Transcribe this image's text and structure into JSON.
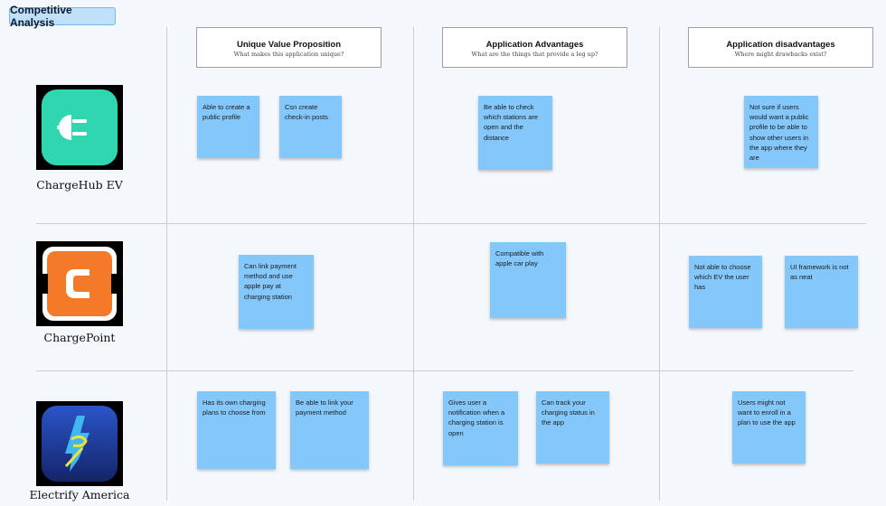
{
  "board": {
    "title": "Competitive Analysis"
  },
  "columns": [
    {
      "title": "Unique Value Proposition",
      "subtitle": "What makes this application unique?"
    },
    {
      "title": "Application Advantages",
      "subtitle": "What are the things that provide a leg up?"
    },
    {
      "title": "Application disadvantages",
      "subtitle": "Where might drawbacks exist?"
    }
  ],
  "apps": [
    {
      "name": "ChargeHub EV",
      "logo_icon": "plug-icon",
      "logo_color": "#2fd6b0"
    },
    {
      "name": "ChargePoint",
      "logo_icon": "chargepoint-c-icon",
      "logo_color": "#f47a2a"
    },
    {
      "name": "Electrify America",
      "logo_icon": "lightning-e-icon",
      "logo_color": "#1f3f9e"
    }
  ],
  "notes": {
    "chargehub_uvp_1": "Able to create a public profile",
    "chargehub_uvp_2": "Csn create check-in posts",
    "chargehub_adv_1": "Be able to check which stations are open and the distance",
    "chargehub_dis_1": "Not sure if users would want a public profile to be able to show other users in the app where they are",
    "chargepoint_uvp_1": "Can link payment method and use apple pay at charging station",
    "chargepoint_adv_1": "Compatible with apple car play",
    "chargepoint_dis_1": "Not able to choose which EV the user has",
    "chargepoint_dis_2": "UI framework is not as neat",
    "electrify_uvp_1": "Has its own charging plans to choose from",
    "electrify_uvp_2": "Be able to link your payment method",
    "electrify_adv_1": "Gives user a notification when a charging station is open",
    "electrify_adv_2": "Can track your charging status in the app",
    "electrify_dis_1": "Users might not want to enroll in a plan to use the app"
  },
  "colors": {
    "sticky": "#84c8fb",
    "title_badge": "#bfe0f8",
    "background": "#f4f8fc"
  }
}
